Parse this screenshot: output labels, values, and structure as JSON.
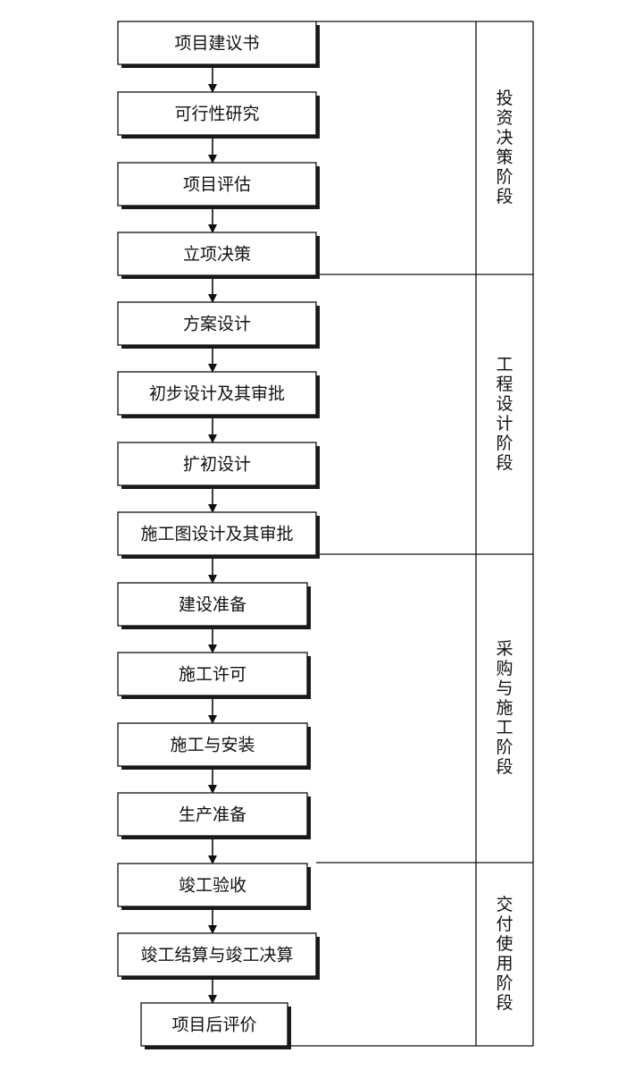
{
  "steps": [
    {
      "label": "项目建议书"
    },
    {
      "label": "可行性研究"
    },
    {
      "label": "项目评估"
    },
    {
      "label": "立项决策"
    },
    {
      "label": "方案设计"
    },
    {
      "label": "初步设计及其审批"
    },
    {
      "label": "扩初设计"
    },
    {
      "label": "施工图设计及其审批"
    },
    {
      "label": "建设准备"
    },
    {
      "label": "施工许可"
    },
    {
      "label": "施工与安装"
    },
    {
      "label": "生产准备"
    },
    {
      "label": "竣工验收"
    },
    {
      "label": "竣工结算与竣工决算"
    },
    {
      "label": "项目后评价"
    }
  ],
  "phases": [
    {
      "label": "投资决策阶段"
    },
    {
      "label": "工程设计阶段"
    },
    {
      "label": "采购与施工阶段"
    },
    {
      "label": "交付使用阶段"
    }
  ]
}
